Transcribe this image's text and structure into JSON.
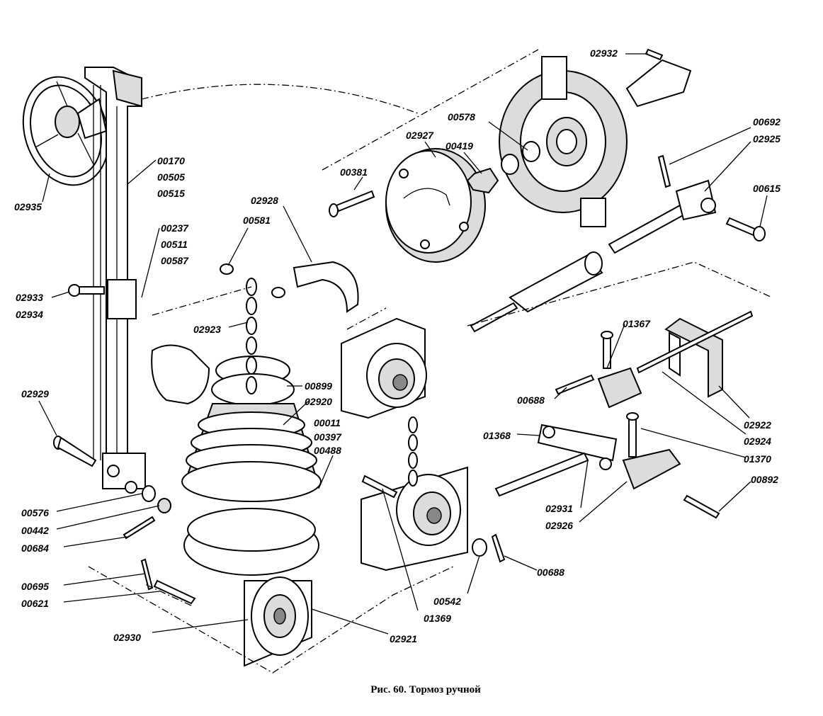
{
  "caption": "Рис. 60. Тормоз ручной",
  "labels": {
    "l02932": "02932",
    "l00578": "00578",
    "l02927": "02927",
    "l00419": "00419",
    "l00381": "00381",
    "l00692": "00692",
    "l02925": "02925",
    "l00615": "00615",
    "l00170": "00170",
    "l00505": "00505",
    "l00515": "00515",
    "l02935": "02935",
    "l00237": "00237",
    "l00511": "00511",
    "l00587": "00587",
    "l02928": "02928",
    "l00581": "00581",
    "l02933": "02933",
    "l02934": "02934",
    "l02923": "02923",
    "l01367": "01367",
    "l00899": "00899",
    "l02920": "02920",
    "l00011": "00011",
    "l00397": "00397",
    "l00488": "00488",
    "l00688a": "00688",
    "l02929": "02929",
    "l02922": "02922",
    "l02924": "02924",
    "l01368": "01368",
    "l01370": "01370",
    "l00892": "00892",
    "l00576": "00576",
    "l00442": "00442",
    "l02931": "02931",
    "l02926": "02926",
    "l00684": "00684",
    "l00688b": "00688",
    "l00695": "00695",
    "l00542": "00542",
    "l00621": "00621",
    "l01369": "01369",
    "l02930": "02930",
    "l02921": "02921"
  }
}
